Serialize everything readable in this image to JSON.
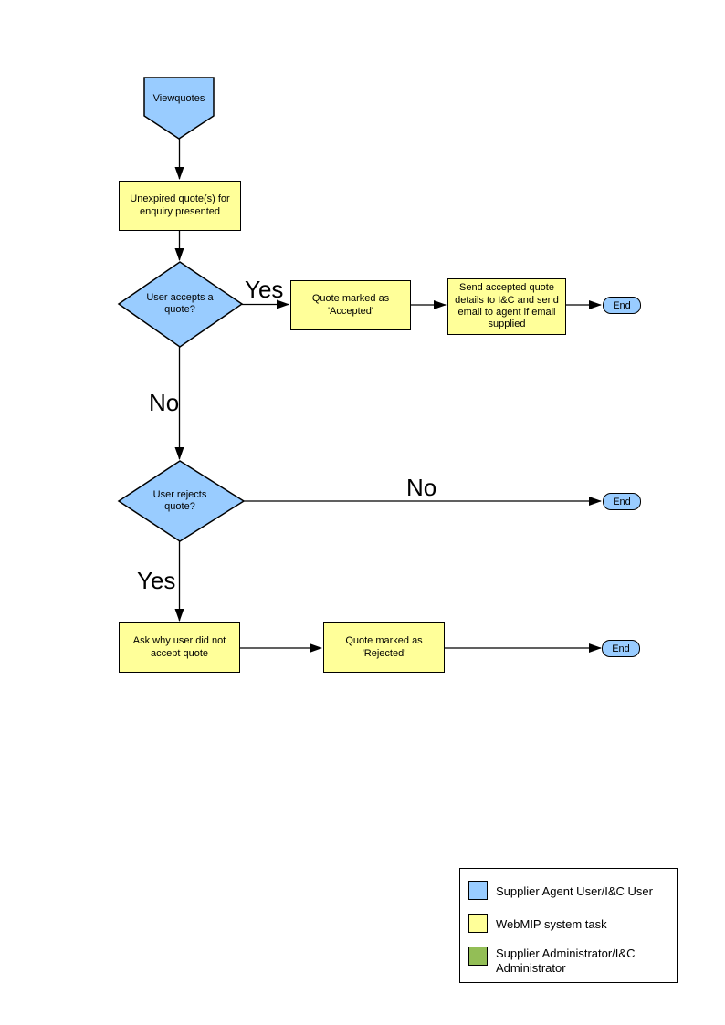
{
  "colors": {
    "actor_blue": "#99CCFF",
    "task_yellow": "#FFFF99",
    "admin_green": "#93BE56"
  },
  "nodes": {
    "start": {
      "label": "Viewquotes"
    },
    "present": {
      "label": "Unexpired quote(s) for enquiry presented"
    },
    "accept_decision": {
      "label": "User accepts a quote?"
    },
    "mark_accepted": {
      "label": "Quote marked as 'Accepted'"
    },
    "send_details": {
      "label": "Send accepted quote details to I&C and send email to agent if email supplied"
    },
    "end_accepted": {
      "label": "End"
    },
    "reject_decision": {
      "label": "User rejects quote?"
    },
    "end_not_rejected": {
      "label": "End"
    },
    "ask_why": {
      "label": "Ask why user did not accept quote"
    },
    "mark_rejected": {
      "label": "Quote marked as 'Rejected'"
    },
    "end_rejected": {
      "label": "End"
    }
  },
  "edge_labels": {
    "accept_yes": "Yes",
    "accept_no": "No",
    "reject_no": "No",
    "reject_yes": "Yes"
  },
  "legend": {
    "items": [
      {
        "label": "Supplier Agent User/I&C User",
        "color": "#99CCFF"
      },
      {
        "label": "WebMIP system task",
        "color": "#FFFF99"
      },
      {
        "label": "Supplier Administrator/I&C Administrator",
        "color": "#93BE56"
      }
    ]
  }
}
